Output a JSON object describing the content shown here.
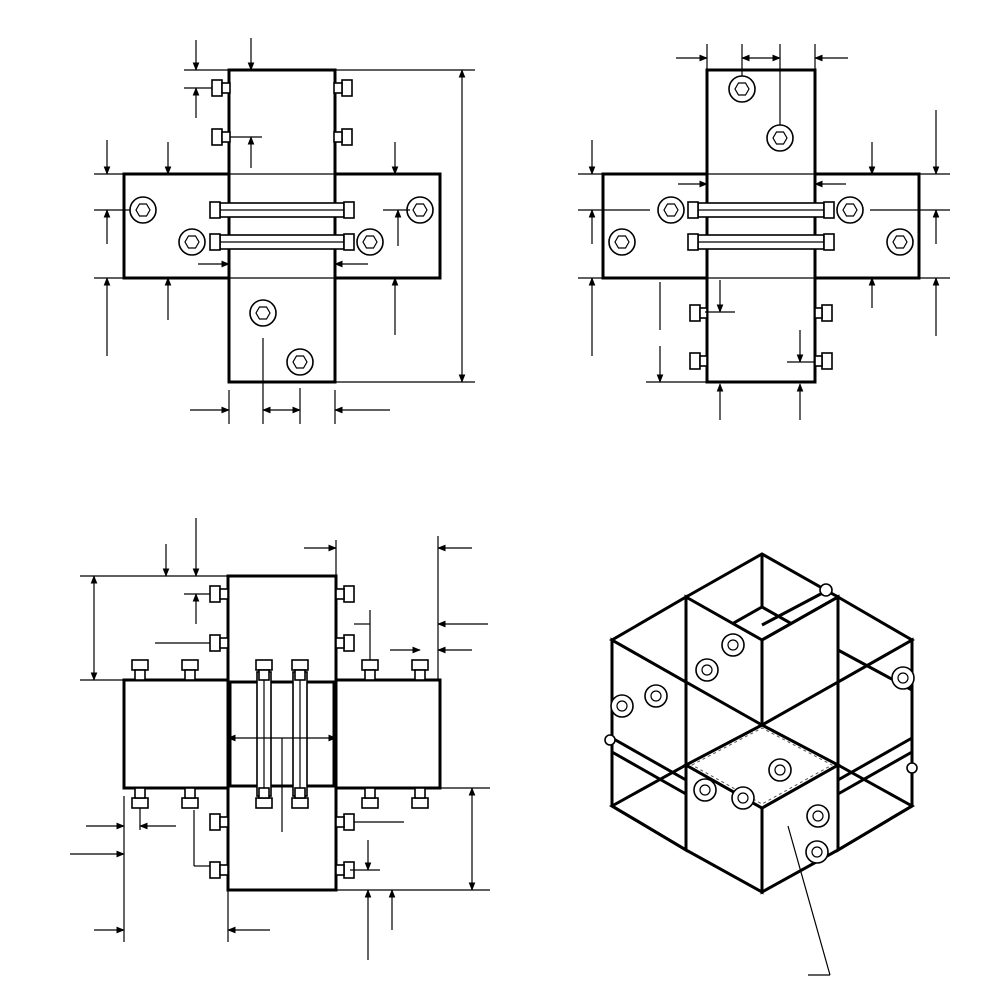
{
  "drawing": {
    "type": "technical drawing",
    "views": [
      {
        "name": "front-view"
      },
      {
        "name": "side-view"
      },
      {
        "name": "top-view"
      },
      {
        "name": "isometric-view"
      }
    ]
  },
  "palette": {
    "line": "#000000",
    "background": "#ffffff",
    "hidden_line": "#555555"
  }
}
